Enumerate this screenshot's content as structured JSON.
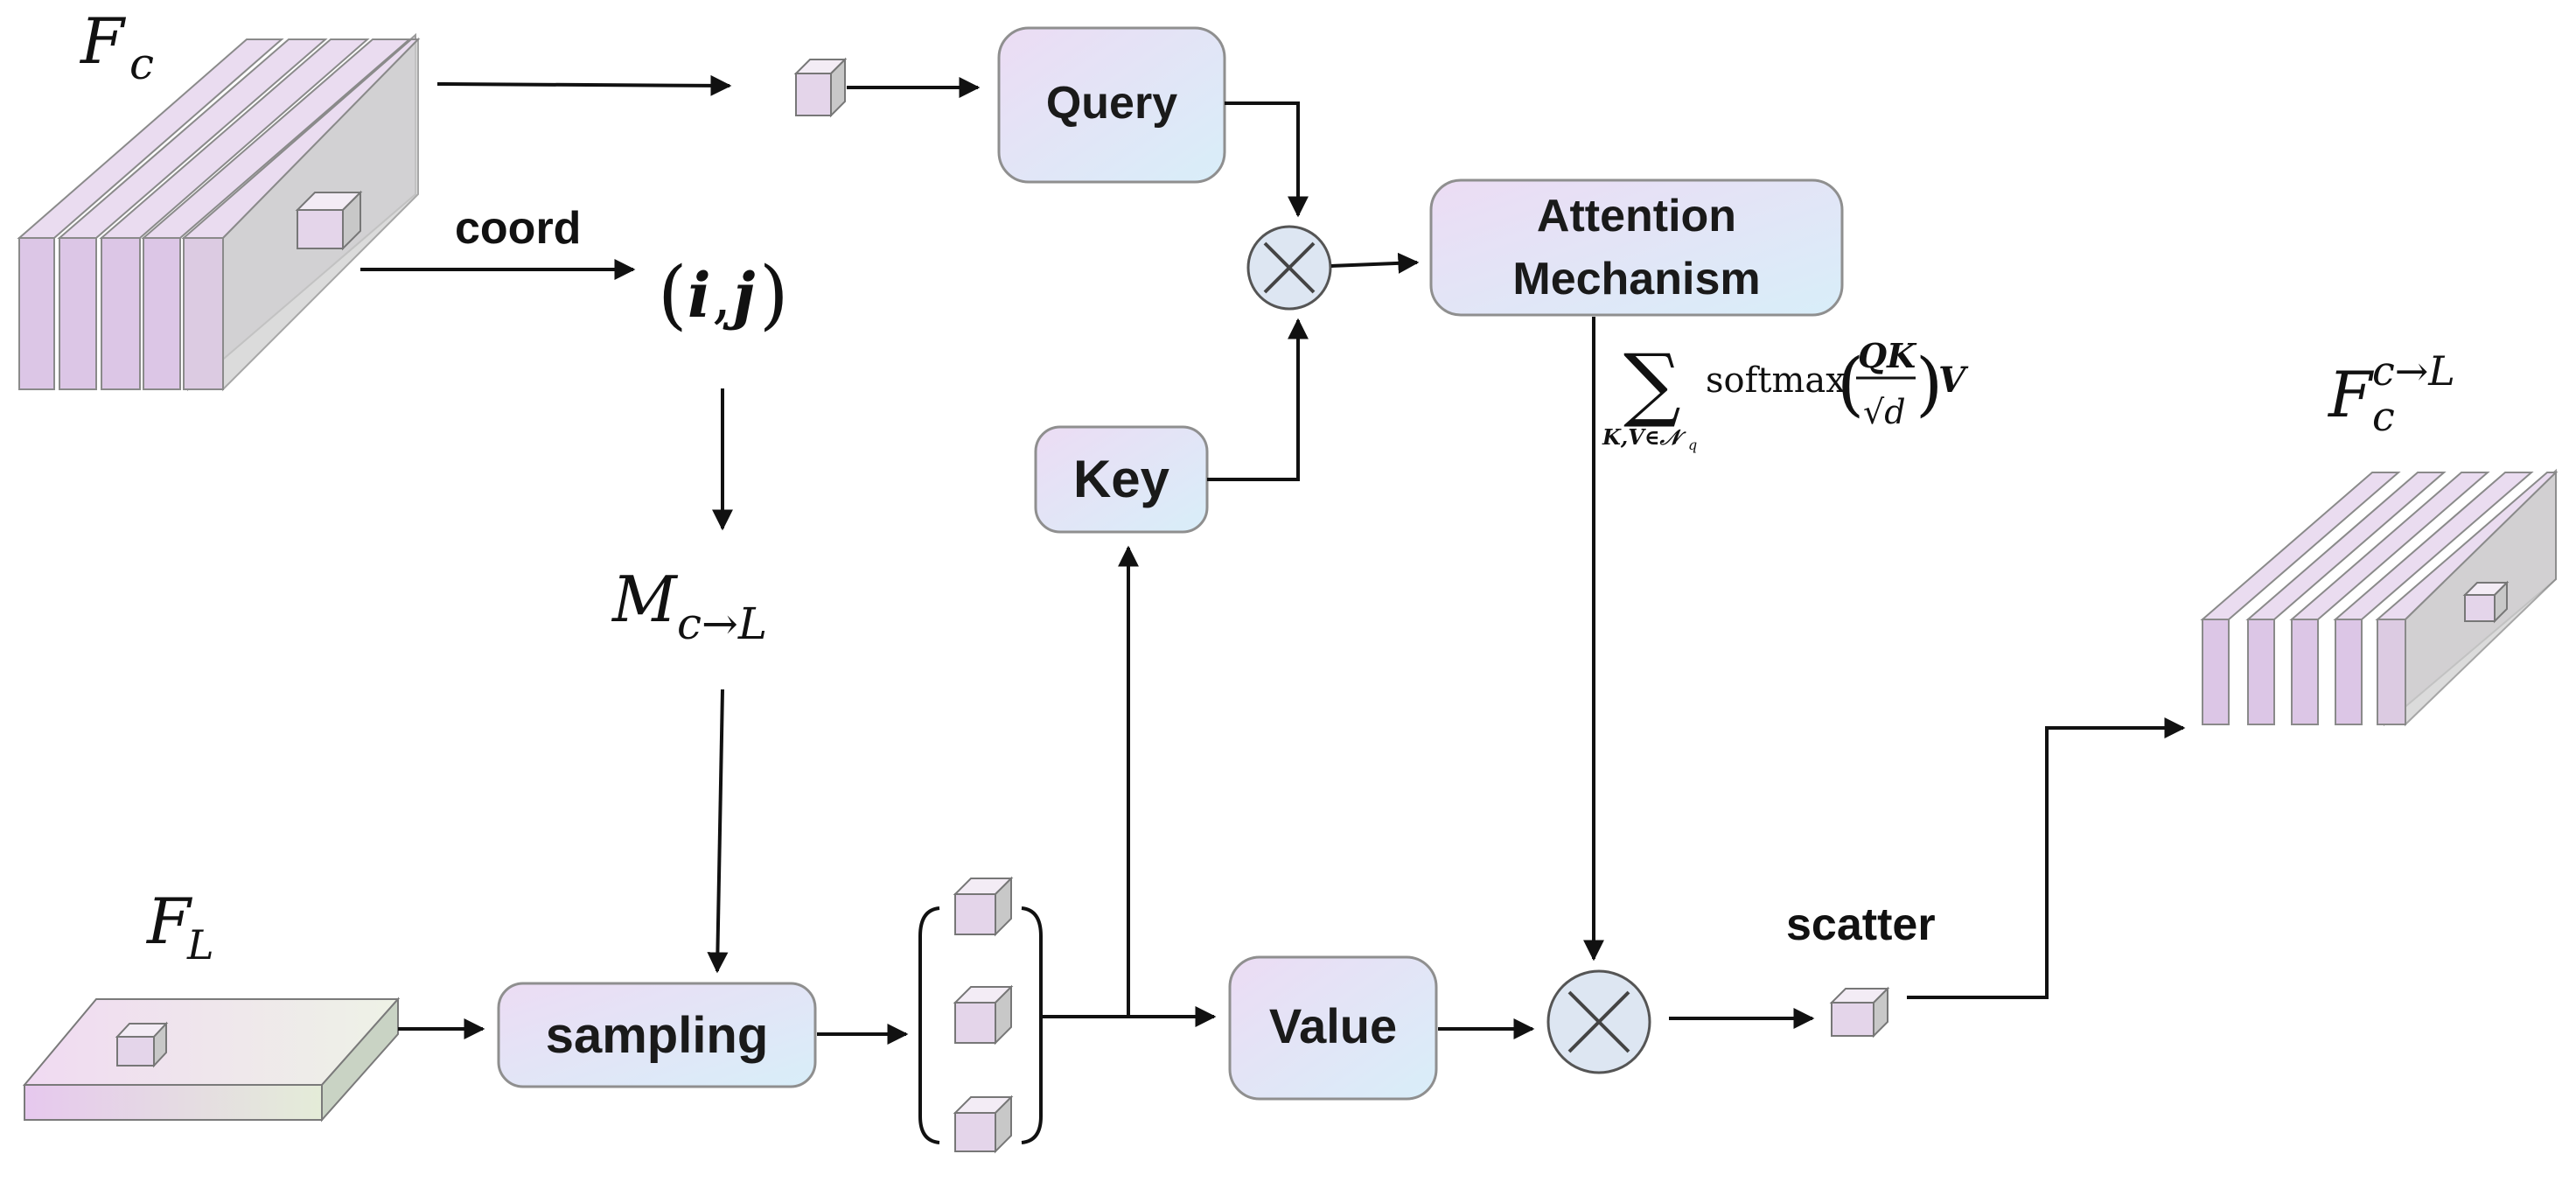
{
  "labels": {
    "fc": "F",
    "fc_sub": "c",
    "fl": "F",
    "fl_sub": "L",
    "fcl": "F",
    "fcl_sub": "c",
    "fcl_sup": "c→L",
    "mapping": "M",
    "mapping_sub": "c→L",
    "coord": "coord",
    "ij_open": "(",
    "ij_i": "i",
    "ij_comma": ",",
    "ij_j": "j",
    "ij_close": ")",
    "scatter": "scatter"
  },
  "boxes": {
    "query": "Query",
    "key": "Key",
    "value": "Value",
    "sampling": "sampling",
    "attention_line1": "Attention",
    "attention_line2": "Mechanism"
  },
  "formula": {
    "sum": "∑",
    "sum_sub": "K,V∈𝒩",
    "sum_sub_q": "q",
    "softmax": "softmax",
    "numerator": "QK",
    "denominator": "√d",
    "value": "V",
    "lparen": "(",
    "rparen": ")"
  },
  "operators": {
    "multiply": "×"
  },
  "colors": {
    "box_fill_a": "#eadcf3",
    "box_fill_b": "#dbeff8",
    "box_stroke": "#8f8f8f",
    "cube_face": "#e4d6ec",
    "cube_top": "#f2eaf4",
    "cube_side": "#c9c9c9",
    "slab_front": "#e0cfe8",
    "slab_top": "#ede4f0",
    "slab_side": "#cdcdcd",
    "circle_fill": "#dde6f2",
    "circle_stroke": "#555555"
  }
}
